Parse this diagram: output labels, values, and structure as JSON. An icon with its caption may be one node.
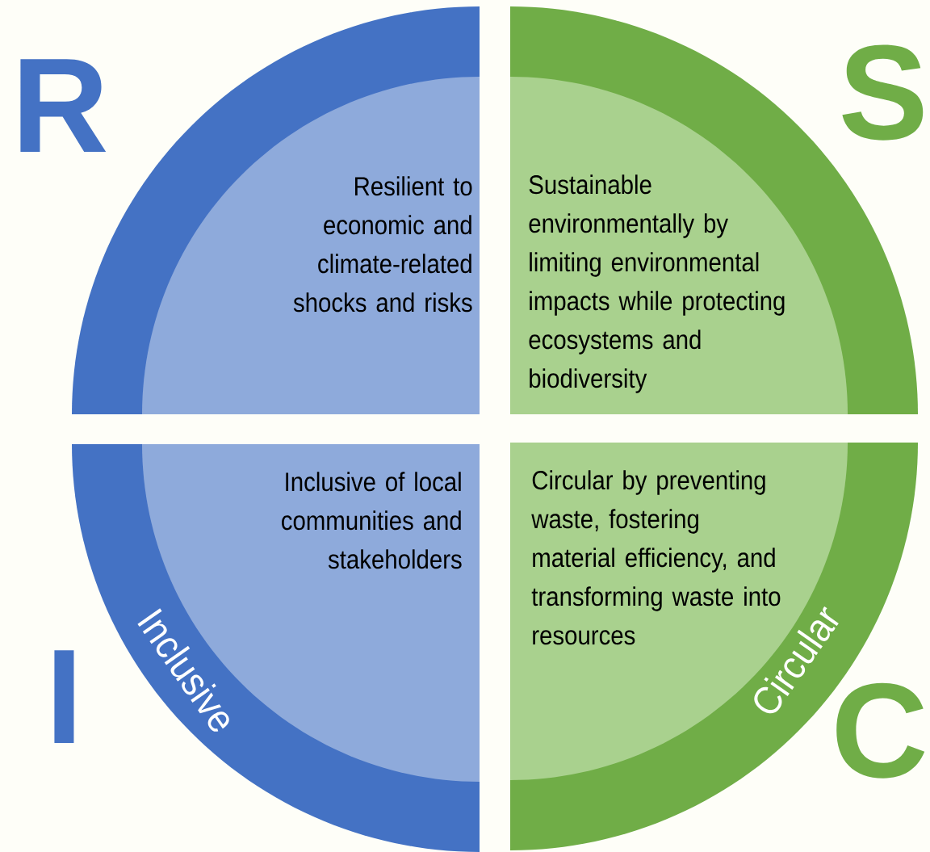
{
  "diagram": {
    "nodes": [
      {
        "text": [
          "Resilient to economic and climate-related shocks and risks"
        ]
      },
      {
        "text": [
          "Sustainable environmentally by limiting environmental impacts while protecting ecosystems and biodiversity"
        ]
      },
      {
        "text": [
          "Inclusive of local communities and stakeholders",
          "Inclusive"
        ]
      },
      {
        "text": [
          "Circular by preventing waste, fostering material efficiency, and transforming waste into resources",
          "Circular"
        ]
      }
    ],
    "labels": [
      "R",
      "S",
      "I",
      "C"
    ]
  }
}
